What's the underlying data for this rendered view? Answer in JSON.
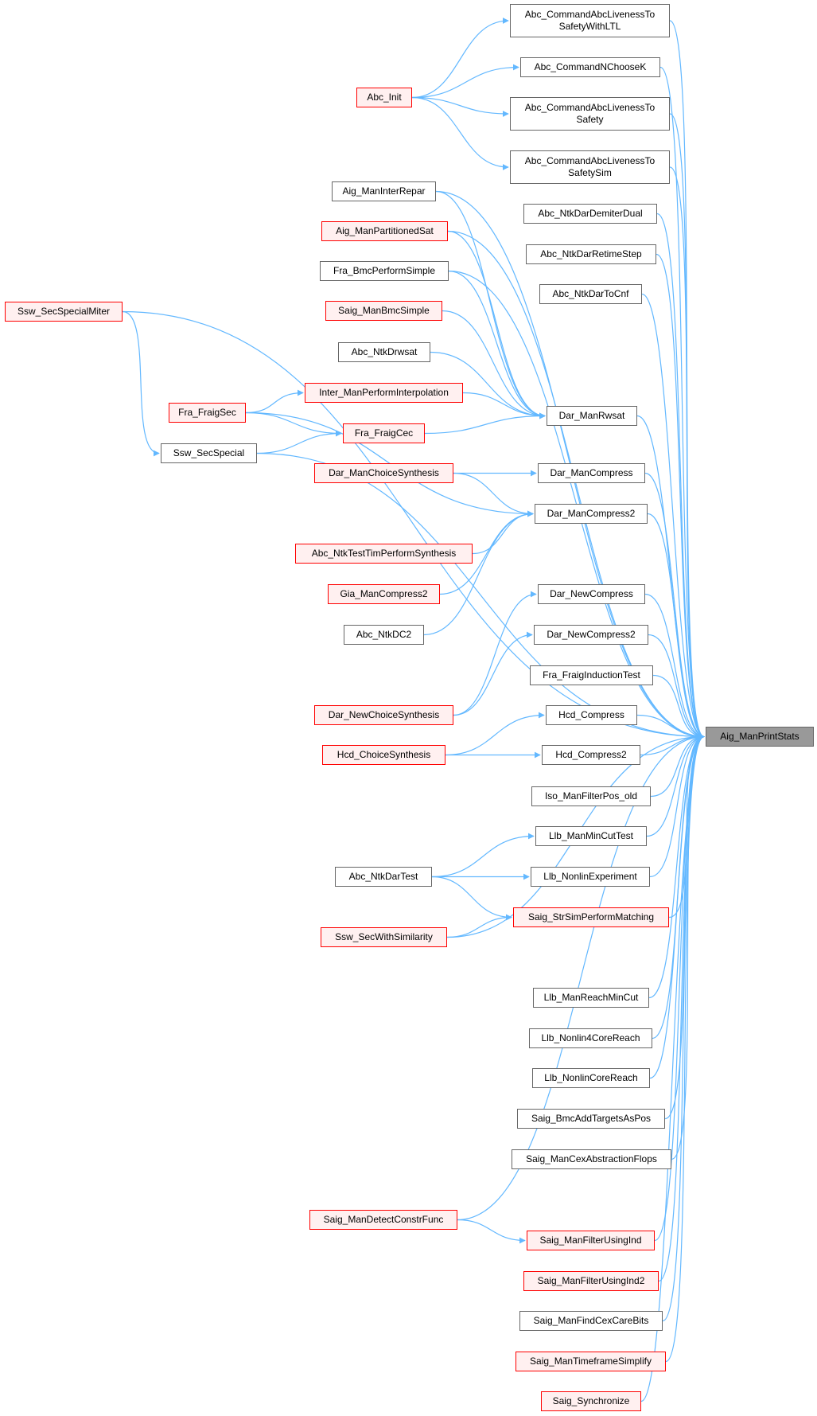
{
  "title": "Aig_ManPrintStats caller graph",
  "colors": {
    "edge": "#63b8ff",
    "root_fill": "#999999",
    "red_border": "#ff0000",
    "red_fill": "#fff0f0",
    "normal_border": "#666666"
  },
  "nodes": {
    "aig_print": {
      "label": "Aig_ManPrintStats",
      "style": "highlight"
    },
    "abc_liveness_ltl": {
      "label": "Abc_CommandAbcLivenessTo\nSafetyWithLTL",
      "style": "normal"
    },
    "abc_nchoosek": {
      "label": "Abc_CommandNChooseK",
      "style": "normal"
    },
    "abc_liveness_safety": {
      "label": "Abc_CommandAbcLivenessTo\nSafety",
      "style": "normal"
    },
    "abc_liveness_sim": {
      "label": "Abc_CommandAbcLivenessTo\nSafetySim",
      "style": "normal"
    },
    "abc_init": {
      "label": "Abc_Init",
      "style": "red"
    },
    "abc_demiter": {
      "label": "Abc_NtkDarDemiterDual",
      "style": "normal"
    },
    "abc_retime": {
      "label": "Abc_NtkDarRetimeStep",
      "style": "normal"
    },
    "abc_tocnf": {
      "label": "Abc_NtkDarToCnf",
      "style": "normal"
    },
    "aig_interrepar": {
      "label": "Aig_ManInterRepar",
      "style": "normal"
    },
    "aig_partsat": {
      "label": "Aig_ManPartitionedSat",
      "style": "red"
    },
    "fra_bmc": {
      "label": "Fra_BmcPerformSimple",
      "style": "normal"
    },
    "saig_bmc": {
      "label": "Saig_ManBmcSimple",
      "style": "red"
    },
    "abc_drwsat": {
      "label": "Abc_NtkDrwsat",
      "style": "normal"
    },
    "inter_perf": {
      "label": "Inter_ManPerformInterpolation",
      "style": "red"
    },
    "ssw_miter": {
      "label": "Ssw_SecSpecialMiter",
      "style": "red"
    },
    "fra_fraigsec": {
      "label": "Fra_FraigSec",
      "style": "red"
    },
    "fra_fraigcec": {
      "label": "Fra_FraigCec",
      "style": "red"
    },
    "ssw_special": {
      "label": "Ssw_SecSpecial",
      "style": "normal"
    },
    "dar_rwsat": {
      "label": "Dar_ManRwsat",
      "style": "normal"
    },
    "dar_choice": {
      "label": "Dar_ManChoiceSynthesis",
      "style": "red"
    },
    "dar_compress": {
      "label": "Dar_ManCompress",
      "style": "normal"
    },
    "dar_compress2": {
      "label": "Dar_ManCompress2",
      "style": "normal"
    },
    "abc_timperf": {
      "label": "Abc_NtkTestTimPerformSynthesis",
      "style": "red"
    },
    "gia_compress2": {
      "label": "Gia_ManCompress2",
      "style": "red"
    },
    "abc_dc2": {
      "label": "Abc_NtkDC2",
      "style": "normal"
    },
    "dar_newcompress": {
      "label": "Dar_NewCompress",
      "style": "normal"
    },
    "dar_newcompress2": {
      "label": "Dar_NewCompress2",
      "style": "normal"
    },
    "fra_induction": {
      "label": "Fra_FraigInductionTest",
      "style": "normal"
    },
    "dar_newchoice": {
      "label": "Dar_NewChoiceSynthesis",
      "style": "red"
    },
    "hcd_compress": {
      "label": "Hcd_Compress",
      "style": "normal"
    },
    "hcd_compress2": {
      "label": "Hcd_Compress2",
      "style": "normal"
    },
    "hcd_choice": {
      "label": "Hcd_ChoiceSynthesis",
      "style": "red"
    },
    "iso_filter": {
      "label": "Iso_ManFilterPos_old",
      "style": "normal"
    },
    "llb_mincut": {
      "label": "Llb_ManMinCutTest",
      "style": "normal"
    },
    "abc_dartest": {
      "label": "Abc_NtkDarTest",
      "style": "normal"
    },
    "llb_nonlinexp": {
      "label": "Llb_NonlinExperiment",
      "style": "normal"
    },
    "saig_strsim": {
      "label": "Saig_StrSimPerformMatching",
      "style": "red"
    },
    "ssw_similarity": {
      "label": "Ssw_SecWithSimilarity",
      "style": "red"
    },
    "llb_reachmincut": {
      "label": "Llb_ManReachMinCut",
      "style": "normal"
    },
    "llb_nonlin4": {
      "label": "Llb_Nonlin4CoreReach",
      "style": "normal"
    },
    "llb_nonlincore": {
      "label": "Llb_NonlinCoreReach",
      "style": "normal"
    },
    "saig_bmcadd": {
      "label": "Saig_BmcAddTargetsAsPos",
      "style": "normal"
    },
    "saig_cexabs": {
      "label": "Saig_ManCexAbstractionFlops",
      "style": "normal"
    },
    "saig_detect": {
      "label": "Saig_ManDetectConstrFunc",
      "style": "red"
    },
    "saig_filterind": {
      "label": "Saig_ManFilterUsingInd",
      "style": "red"
    },
    "saig_filterind2": {
      "label": "Saig_ManFilterUsingInd2",
      "style": "red"
    },
    "saig_findcex": {
      "label": "Saig_ManFindCexCareBits",
      "style": "normal"
    },
    "saig_timeframe": {
      "label": "Saig_ManTimeframeSimplify",
      "style": "red"
    },
    "saig_sync": {
      "label": "Saig_Synchronize",
      "style": "red"
    }
  },
  "edges": [
    [
      "abc_liveness_ltl",
      "aig_print"
    ],
    [
      "abc_nchoosek",
      "aig_print"
    ],
    [
      "abc_liveness_safety",
      "aig_print"
    ],
    [
      "abc_liveness_sim",
      "aig_print"
    ],
    [
      "abc_demiter",
      "aig_print"
    ],
    [
      "abc_retime",
      "aig_print"
    ],
    [
      "abc_tocnf",
      "aig_print"
    ],
    [
      "aig_interrepar",
      "aig_print"
    ],
    [
      "aig_partsat",
      "aig_print"
    ],
    [
      "fra_bmc",
      "aig_print"
    ],
    [
      "ssw_miter",
      "aig_print"
    ],
    [
      "dar_rwsat",
      "aig_print"
    ],
    [
      "dar_compress",
      "aig_print"
    ],
    [
      "dar_compress2",
      "aig_print"
    ],
    [
      "ssw_special",
      "aig_print"
    ],
    [
      "dar_newcompress",
      "aig_print"
    ],
    [
      "dar_newcompress2",
      "aig_print"
    ],
    [
      "fra_induction",
      "aig_print"
    ],
    [
      "hcd_compress",
      "aig_print"
    ],
    [
      "hcd_compress2",
      "aig_print"
    ],
    [
      "iso_filter",
      "aig_print"
    ],
    [
      "llb_mincut",
      "aig_print"
    ],
    [
      "llb_nonlinexp",
      "aig_print"
    ],
    [
      "saig_strsim",
      "aig_print"
    ],
    [
      "ssw_similarity",
      "aig_print"
    ],
    [
      "llb_reachmincut",
      "aig_print"
    ],
    [
      "llb_nonlin4",
      "aig_print"
    ],
    [
      "llb_nonlincore",
      "aig_print"
    ],
    [
      "saig_bmcadd",
      "aig_print"
    ],
    [
      "saig_cexabs",
      "aig_print"
    ],
    [
      "saig_detect",
      "aig_print"
    ],
    [
      "saig_filterind",
      "aig_print"
    ],
    [
      "saig_filterind2",
      "aig_print"
    ],
    [
      "saig_findcex",
      "aig_print"
    ],
    [
      "saig_timeframe",
      "aig_print"
    ],
    [
      "saig_sync",
      "aig_print"
    ],
    [
      "abc_init",
      "abc_liveness_ltl"
    ],
    [
      "abc_init",
      "abc_nchoosek"
    ],
    [
      "abc_init",
      "abc_liveness_safety"
    ],
    [
      "abc_init",
      "abc_liveness_sim"
    ],
    [
      "aig_interrepar",
      "dar_rwsat"
    ],
    [
      "aig_partsat",
      "dar_rwsat"
    ],
    [
      "fra_bmc",
      "dar_rwsat"
    ],
    [
      "saig_bmc",
      "dar_rwsat"
    ],
    [
      "abc_drwsat",
      "dar_rwsat"
    ],
    [
      "inter_perf",
      "dar_rwsat"
    ],
    [
      "fra_fraigcec",
      "dar_rwsat"
    ],
    [
      "fra_fraigsec",
      "inter_perf"
    ],
    [
      "fra_fraigsec",
      "fra_fraigcec"
    ],
    [
      "ssw_special",
      "fra_fraigcec"
    ],
    [
      "ssw_miter",
      "ssw_special"
    ],
    [
      "dar_choice",
      "dar_compress"
    ],
    [
      "dar_choice",
      "dar_compress2"
    ],
    [
      "fra_fraigsec",
      "dar_compress2"
    ],
    [
      "abc_timperf",
      "dar_compress2"
    ],
    [
      "gia_compress2",
      "dar_compress2"
    ],
    [
      "abc_dc2",
      "dar_compress2"
    ],
    [
      "dar_newchoice",
      "dar_newcompress"
    ],
    [
      "dar_newchoice",
      "dar_newcompress2"
    ],
    [
      "hcd_choice",
      "hcd_compress"
    ],
    [
      "hcd_choice",
      "hcd_compress2"
    ],
    [
      "abc_dartest",
      "llb_mincut"
    ],
    [
      "abc_dartest",
      "llb_nonlinexp"
    ],
    [
      "abc_dartest",
      "saig_strsim"
    ],
    [
      "ssw_similarity",
      "saig_strsim"
    ],
    [
      "saig_detect",
      "saig_filterind"
    ]
  ]
}
